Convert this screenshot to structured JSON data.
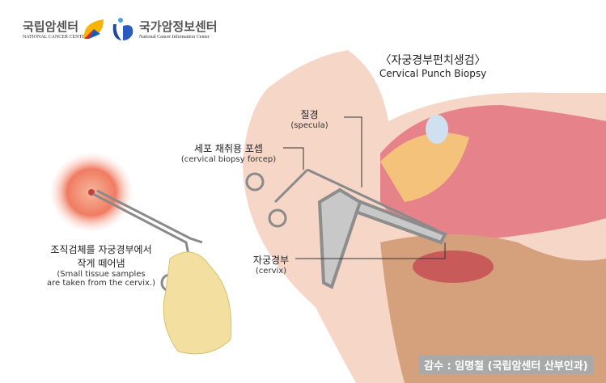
{
  "logos": {
    "ncc": {
      "name_kr": "국립암센터",
      "name_en": "NATIONAL CANCER CENTER"
    },
    "cic": {
      "name_kr": "국가암정보센터",
      "name_en": "National Cancer Information Center"
    }
  },
  "title": {
    "kr": "〈자궁경부펀치생검〉",
    "en": "Cervical Punch Biopsy"
  },
  "labels": {
    "specula": {
      "kr": "질경",
      "en": "(specula)"
    },
    "forcep": {
      "kr": "세포 채취용 포셉",
      "en": "(cervical biopsy forcep)"
    },
    "cervix": {
      "kr": "자궁경부",
      "en": "(cervix)"
    },
    "sample": {
      "kr1": "조직검체를 자궁경부에서",
      "kr2": "작게 떼어냄",
      "en1": "(Small tissue samples",
      "en2": "are taken from the cervix.)"
    }
  },
  "footer": "감수 : 임명철 (국립암센터 산부인과)",
  "colors": {
    "skin": "#f6d6c6",
    "tissue": "#e6828a",
    "cervix": "#f08070",
    "footer": "#a9a9a9"
  }
}
